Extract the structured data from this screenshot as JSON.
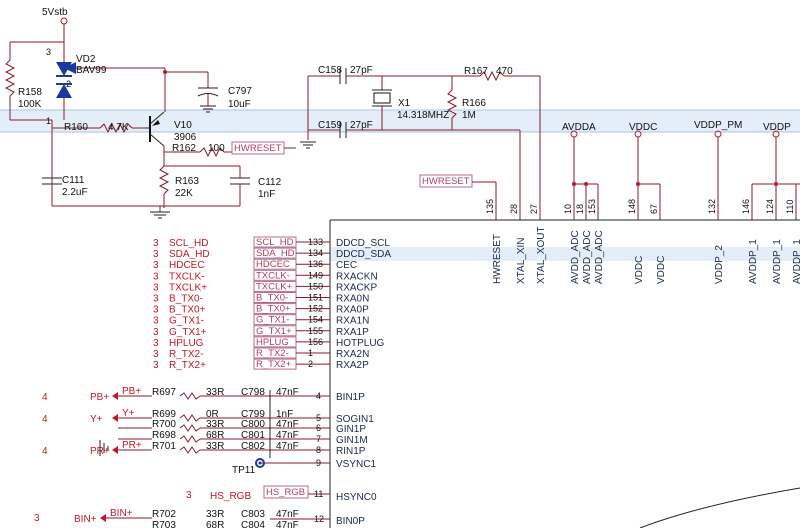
{
  "power": {
    "top": "5Vstb"
  },
  "components": {
    "vd2": {
      "ref": "VD2",
      "val": "BAV99"
    },
    "r158": {
      "ref": "R158",
      "val": "100K"
    },
    "c797": {
      "ref": "C797",
      "val": "10uF"
    },
    "r160": {
      "ref": "R160",
      "val": "4.7K"
    },
    "v10": {
      "ref": "V10",
      "val": "3906"
    },
    "r162": {
      "ref": "R162",
      "val": "100"
    },
    "r163": {
      "ref": "R163",
      "val": "22K"
    },
    "c111": {
      "ref": "C111",
      "val": "2.2uF"
    },
    "c112": {
      "ref": "C112",
      "val": "1nF"
    },
    "c158": {
      "ref": "C158",
      "val": "27pF"
    },
    "c159": {
      "ref": "C159",
      "val": "27pF"
    },
    "r167": {
      "ref": "R167",
      "val": "470"
    },
    "x1": {
      "ref": "X1",
      "val": "14.318MHZ"
    },
    "r166": {
      "ref": "R166",
      "val": "1M"
    },
    "tp11": {
      "ref": "TP11"
    }
  },
  "pin_numbers_left": {
    "p3": "3",
    "p1": "1",
    "p2": "2"
  },
  "net_labels": {
    "hwreset_a": "HWRESET",
    "hwreset_b": "HWRESET",
    "hs_rgb": "HS_RGB"
  },
  "ic_top_pins": [
    {
      "num": "135",
      "name": "HWRESET"
    },
    {
      "num": "28",
      "name": "XTAL_XIN"
    },
    {
      "num": "27",
      "name": "XTAL_XOUT"
    },
    {
      "num": "10",
      "name": "AVDD_ADC"
    },
    {
      "num": "18",
      "name": "AVDD_ADC"
    },
    {
      "num": "153",
      "name": "AVDD_ADC"
    },
    {
      "num": "148",
      "name": "VDDC"
    },
    {
      "num": "67",
      "name": "VDDC"
    },
    {
      "num": "132",
      "name": "VDDP_2"
    },
    {
      "num": "146",
      "name": "AVDDP_1"
    },
    {
      "num": "124",
      "name": "AVDDP_1"
    },
    {
      "num": "110",
      "name": "AVDDP_1"
    }
  ],
  "rails": [
    "AVDDA",
    "VDDC",
    "VDDP_PM",
    "VDDP"
  ],
  "hdmi_rows": [
    {
      "sheet": "3",
      "sig": "SCL_HD",
      "port": "SCL_HD",
      "num": "133",
      "pin": "DDCD_SCL"
    },
    {
      "sheet": "3",
      "sig": "SDA_HD",
      "port": "SDA_HD",
      "num": "134",
      "pin": "DDCD_SDA"
    },
    {
      "sheet": "3",
      "sig": "HDCEC",
      "port": "HDCEC",
      "num": "136",
      "pin": "CEC"
    },
    {
      "sheet": "3",
      "sig": "TXCLK-",
      "port": "TXCLK-",
      "num": "149",
      "pin": "RXACKN"
    },
    {
      "sheet": "3",
      "sig": "TXCLK+",
      "port": "TXCLK+",
      "num": "150",
      "pin": "RXACKP"
    },
    {
      "sheet": "3",
      "sig": "B_TX0-",
      "port": "B_TX0-",
      "num": "151",
      "pin": "RXA0N"
    },
    {
      "sheet": "3",
      "sig": "B_TX0+",
      "port": "B_TX0+",
      "num": "152",
      "pin": "RXA0P"
    },
    {
      "sheet": "3",
      "sig": "G_TX1-",
      "port": "G_TX1-",
      "num": "154",
      "pin": "RXA1N"
    },
    {
      "sheet": "3",
      "sig": "G_TX1+",
      "port": "G_TX1+",
      "num": "155",
      "pin": "RXA1P"
    },
    {
      "sheet": "3",
      "sig": "HPLUG",
      "port": "HPLUG",
      "num": "156",
      "pin": "HOTPLUG"
    },
    {
      "sheet": "3",
      "sig": "R_TX2-",
      "port": "R_TX2-",
      "num": "1",
      "pin": "RXA2N"
    },
    {
      "sheet": "3",
      "sig": "R_TX2+",
      "port": "R_TX2+",
      "num": "2",
      "pin": "RXA2P"
    }
  ],
  "analog_rows": [
    {
      "sheet": "4",
      "sig": "PB+",
      "net": "PB+",
      "r": "R697",
      "rv": "33R",
      "c": "C798",
      "cv": "47nF",
      "num": "4",
      "pin": "BIN1P"
    },
    {
      "sheet": "4",
      "sig": "Y+",
      "net": "Y+",
      "r": "R699",
      "rv": "0R",
      "c": "C799",
      "cv": "1nF",
      "num": "5",
      "pin": "SOGIN1"
    },
    {
      "sheet": "",
      "sig": "",
      "net": "",
      "r": "R700",
      "rv": "33R",
      "c": "C800",
      "cv": "47nF",
      "num": "6",
      "pin": "GIN1P"
    },
    {
      "sheet": "",
      "sig": "",
      "net": "",
      "r": "R698",
      "rv": "68R",
      "c": "C801",
      "cv": "47nF",
      "num": "7",
      "pin": "GIN1M"
    },
    {
      "sheet": "4",
      "sig": "PR+",
      "net": "PR+",
      "r": "R701",
      "rv": "33R",
      "c": "C802",
      "cv": "47nF",
      "num": "8",
      "pin": "RIN1P"
    }
  ],
  "vsync": {
    "num": "9",
    "pin": "VSYNC1"
  },
  "hsync": {
    "sheet": "3",
    "sig": "HS_RGB",
    "num": "11",
    "pin": "HSYNC0"
  },
  "bottom_row": {
    "sheet": "3",
    "sig": "BIN+",
    "net": "BIN+",
    "r": "R702",
    "rv": "33R",
    "c": "C803",
    "cv": "47nF",
    "num": "12",
    "pin": "BIN0P",
    "r2": "R703",
    "rv2": "68R",
    "c2": "C804",
    "cv2": "47nF"
  }
}
